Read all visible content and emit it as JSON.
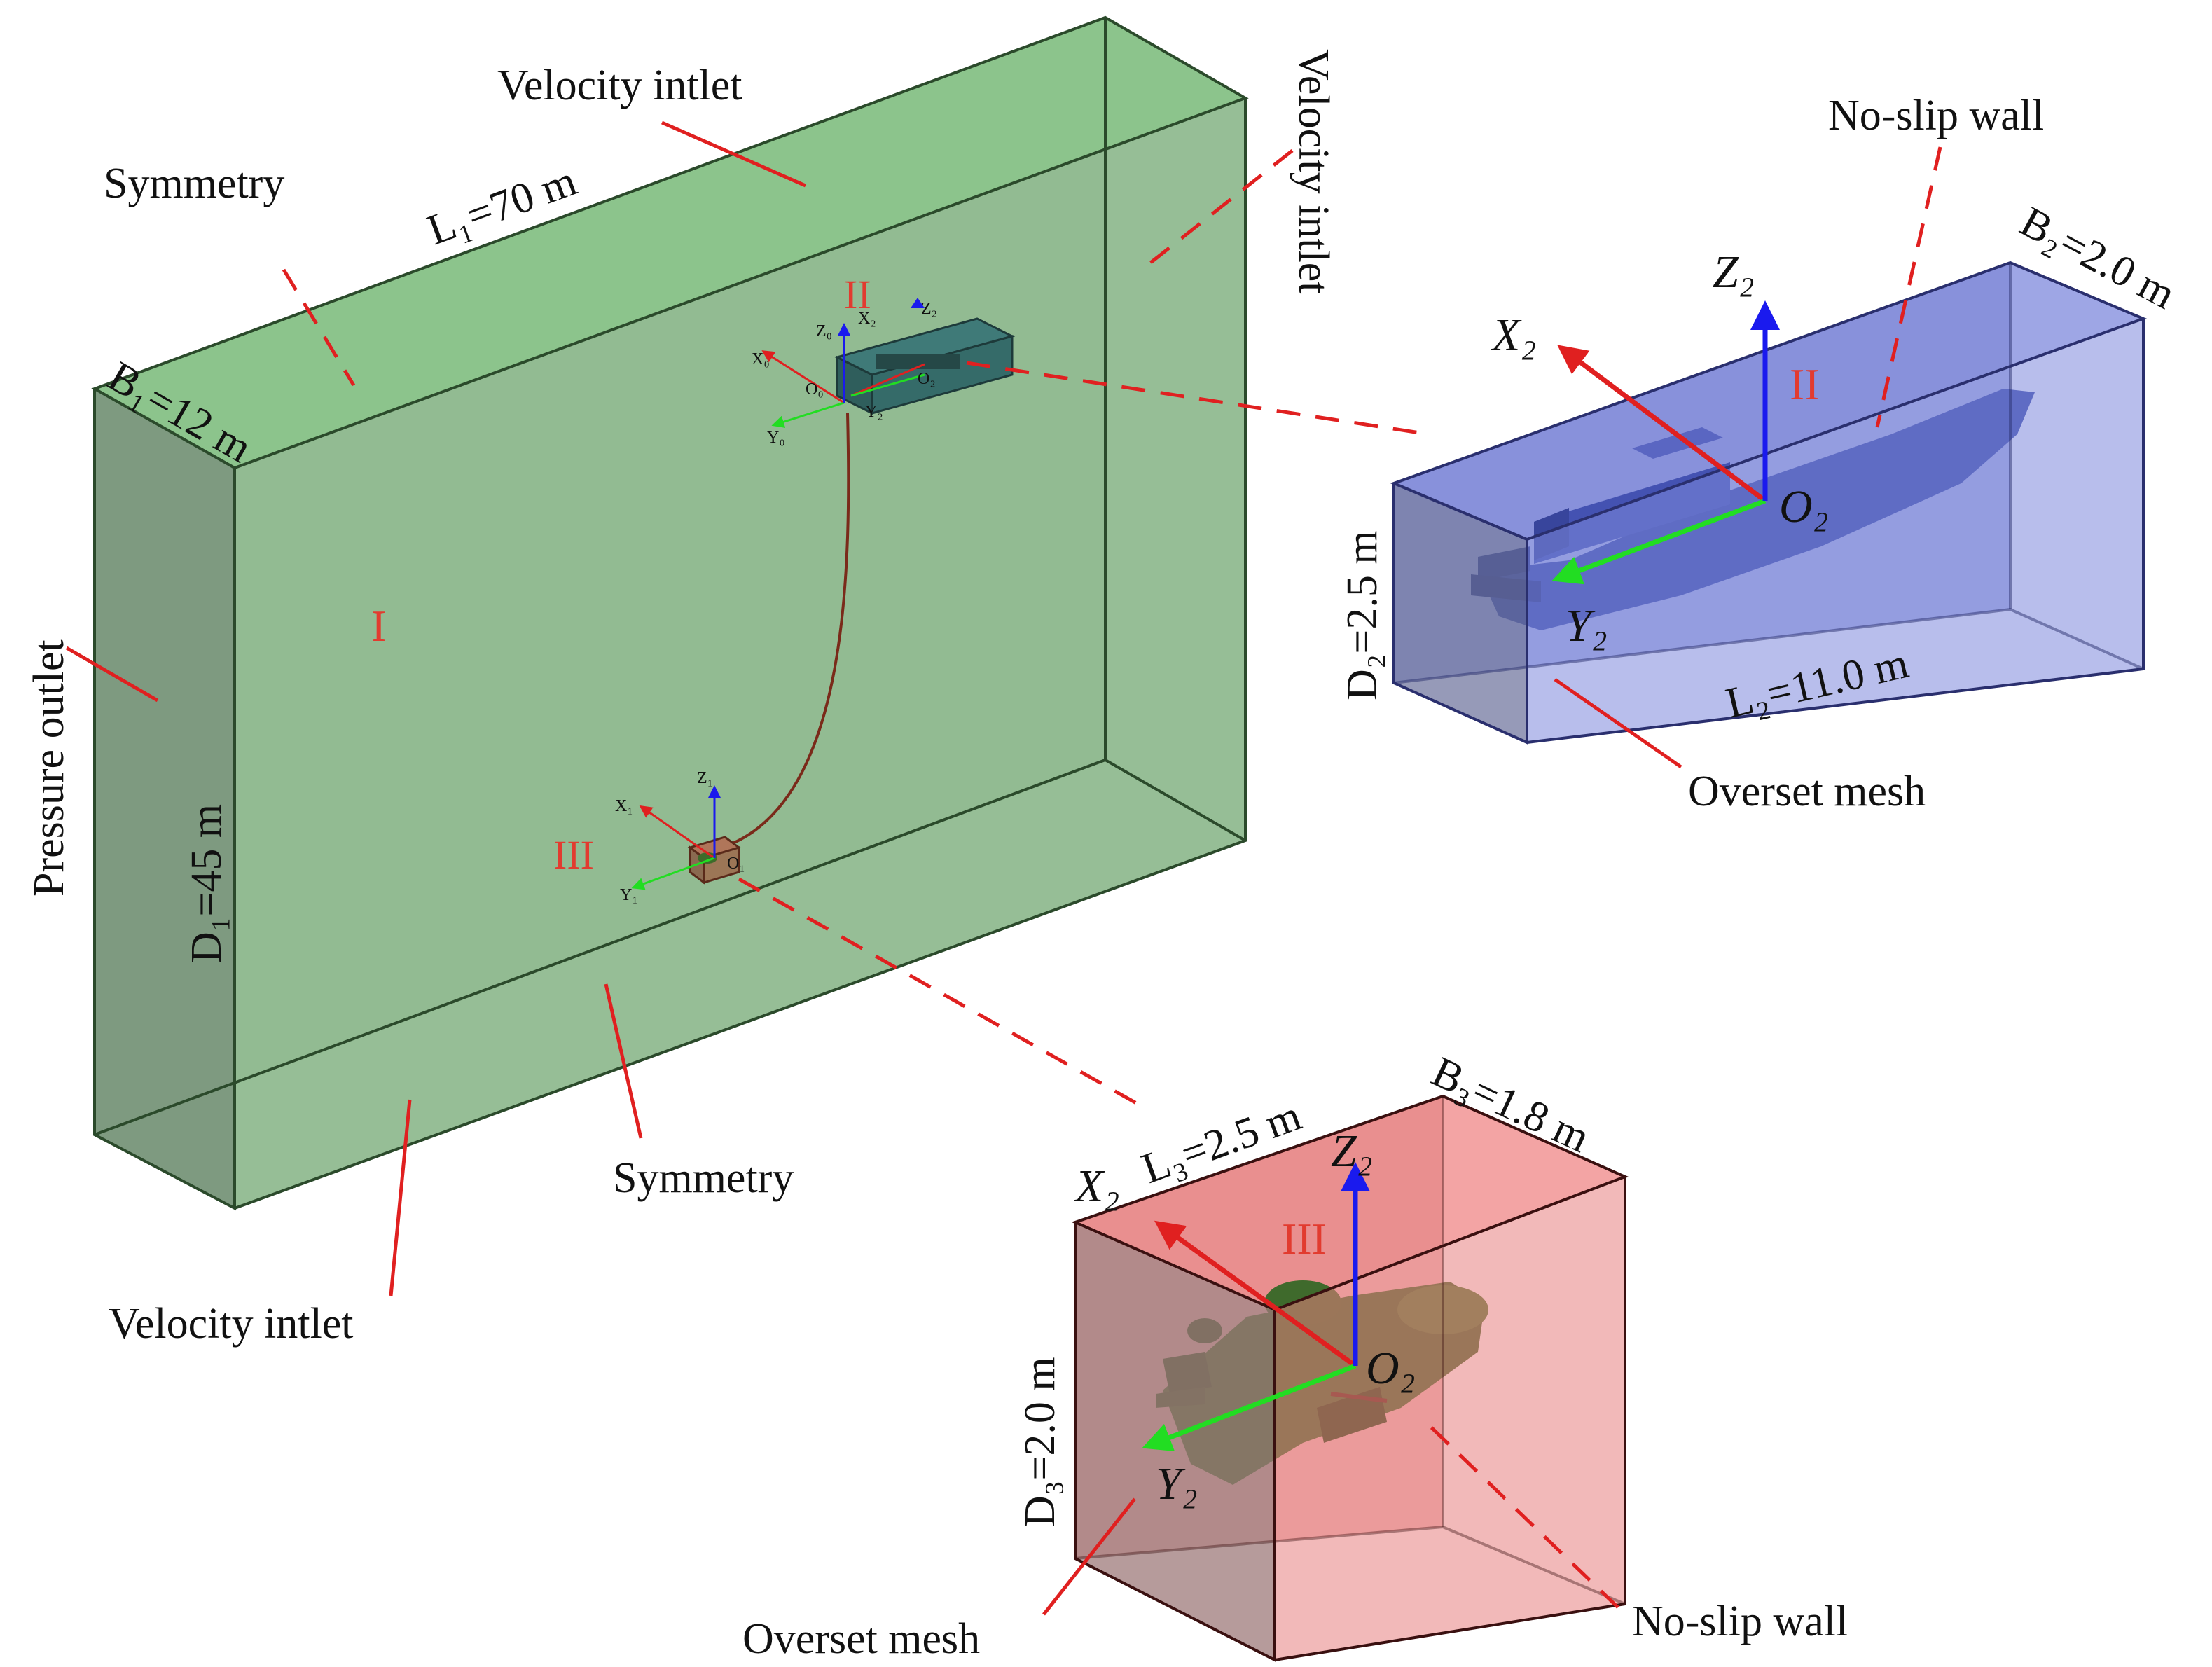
{
  "domain_I": {
    "roman": "I",
    "length": "L₁=70 m",
    "breadth": "B₁=12 m",
    "depth": "D₁=45 m",
    "colors": {
      "top": "#8cc48c",
      "front": "#8db98d",
      "side": "#7e9a80",
      "edge": "#2b4a2b"
    }
  },
  "boundaries": {
    "top_velocity_inlet": "Velocity intlet",
    "right_velocity_inlet": "Velocity intlet",
    "bottom_velocity_inlet": "Velocity intlet",
    "symmetry_top": "Symmetry",
    "symmetry_bottom": "Symmetry",
    "pressure_outlet": "Pressure outlet"
  },
  "small_axes_ship": {
    "x0": "X₀",
    "z0": "Z₀",
    "y0": "Y₀",
    "x2": "X₂",
    "z2": "Z₂",
    "y2": "Y₂",
    "o0": "O₀",
    "o2": "O₂",
    "roman": "II"
  },
  "small_axes_vehicle": {
    "x1": "X₁",
    "z1": "Z₁",
    "y1": "Y₁",
    "o1": "O₁",
    "roman": "III"
  },
  "zoom_II": {
    "roman": "II",
    "x": "X₂",
    "y": "Y₂",
    "z": "Z₂",
    "o": "O₂",
    "breadth": "B₂=2.0 m",
    "depth": "D₂=2.5 m",
    "length": "L₂=11.0 m",
    "no_slip": "No-slip wall",
    "overset": "Overset mesh",
    "colors": {
      "box": "#7b84d6",
      "hull": "#3b4aa6",
      "edge": "#2a2f6e"
    }
  },
  "zoom_III": {
    "roman": "III",
    "x": "X₂",
    "y": "Y₂",
    "z": "Z₂",
    "o": "O₂",
    "length": "L₃=2.5 m",
    "breadth": "B₃=1.8 m",
    "depth": "D₃=2.0 m",
    "no_slip": "No-slip wall",
    "overset": "Overset mesh",
    "colors": {
      "box": "#f08a8a",
      "side": "#b07a7a",
      "vehicle": "#3d6b2a",
      "edge": "#3a1010"
    }
  },
  "axis_colors": {
    "x": "#e02020",
    "y": "#22dd22",
    "z": "#1a1aee"
  }
}
